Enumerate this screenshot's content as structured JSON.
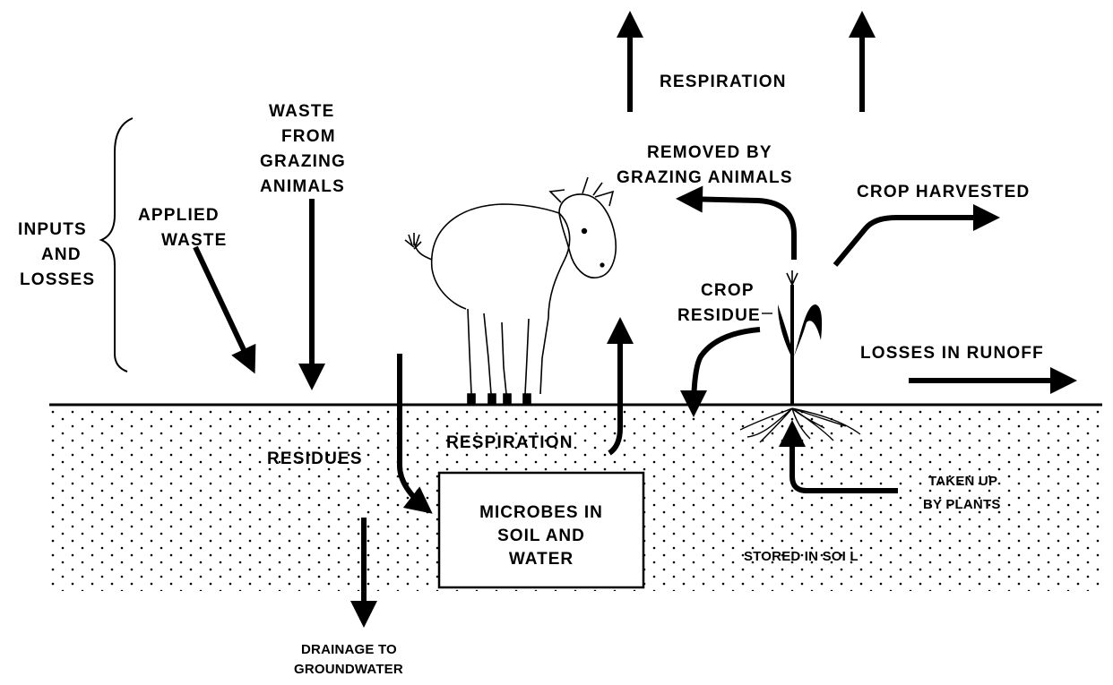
{
  "labels": {
    "inputs_line1": "INPUTS",
    "inputs_line2": "AND",
    "inputs_line3": "LOSSES",
    "applied_line1": "APPLIED",
    "applied_line2": "WASTE",
    "waste_line1": "WASTE",
    "waste_line2": "FROM",
    "waste_line3": "GRAZING",
    "waste_line4": "ANIMALS",
    "respiration_top": "RESPIRATION",
    "removed_line1": "REMOVED BY",
    "removed_line2": "GRAZING ANIMALS",
    "crop_harvested": "CROP HARVESTED",
    "crop_residue_line1": "CROP",
    "crop_residue_line2": "RESIDUE",
    "losses_runoff": "LOSSES IN RUNOFF",
    "respiration_soil": "RESPIRATION",
    "residues": "RESIDUES",
    "microbes_line1": "MICROBES IN",
    "microbes_line2": "SOIL AND",
    "microbes_line3": "WATER",
    "taken_line1": "TAKEN UP",
    "taken_line2": "BY PLANTS",
    "stored": "STORED IN SOI L",
    "drainage_line1": "DRAINAGE TO",
    "drainage_line2": "GROUNDWATER"
  },
  "colors": {
    "ink": "#000000",
    "background": "#ffffff"
  },
  "icons": [
    "cow-illustration",
    "corn-plant-illustration"
  ]
}
